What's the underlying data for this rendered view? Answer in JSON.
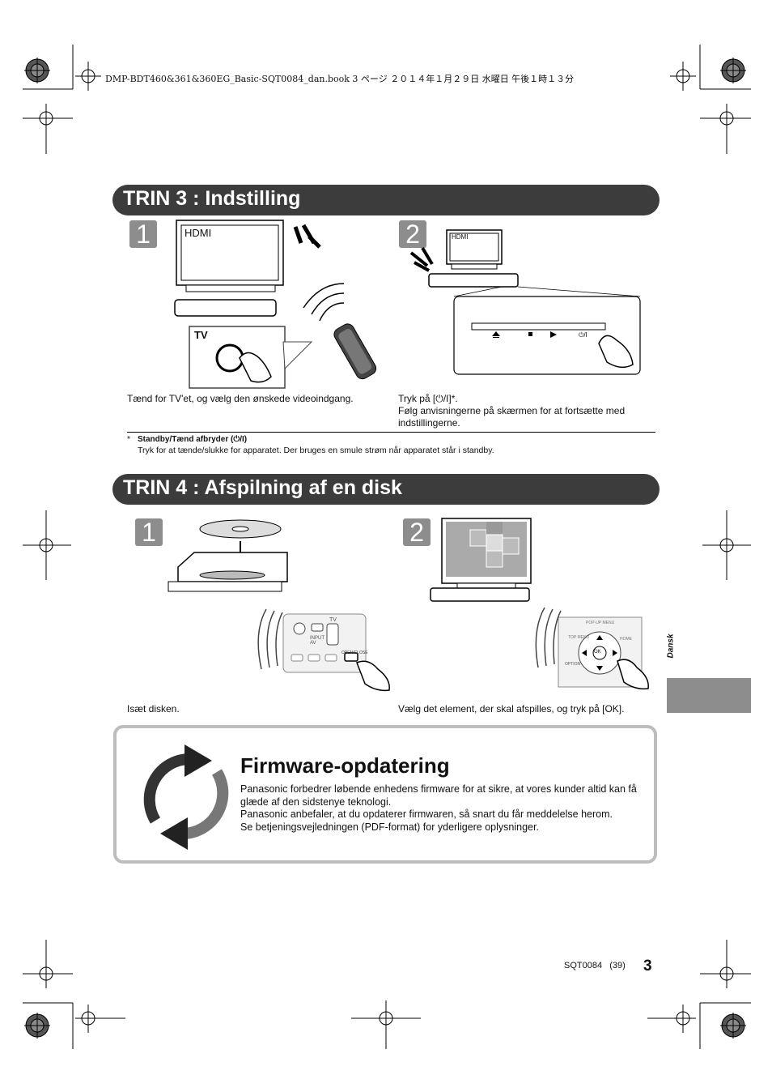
{
  "print_header": "DMP-BDT460&361&360EG_Basic-SQT0084_dan.book  3 ページ  ２０１４年１月２９日  水曜日  午後１時１３分",
  "section3": {
    "title": "TRIN 3 : Indstilling",
    "step1": {
      "number": "1",
      "tv_screen_label": "HDMI",
      "remote_button_label": "TV",
      "caption": "Tænd for TV'et, og vælg den ønskede videoindgang."
    },
    "step2": {
      "number": "2",
      "tv_screen_label": "HDMI",
      "power_button_label": "⏻/I",
      "caption_line1": "Tryk på [⏻/I]*.",
      "caption_line2": "Følg anvisningerne på skærmen for at fortsætte med indstillingerne."
    },
    "footnote_marker": "*",
    "footnote_title": "Standby/Tænd afbryder (⏻/I)",
    "footnote_text": "Tryk for at tænde/slukke for apparatet. Der bruges en smule strøm når apparatet står i standby."
  },
  "section4": {
    "title": "TRIN 4 : Afspilning af en disk",
    "step1": {
      "number": "1",
      "remote_tv_label": "TV",
      "remote_input_label": "INPUT AV",
      "remote_open_label": "OPEN/CLOSE",
      "caption": "Isæt disken."
    },
    "step2": {
      "number": "2",
      "remote_ok_label": "OK",
      "remote_option_label": "OPTION",
      "remote_popup_label": "POP-UP MENU",
      "remote_top_label": "TOP MENU",
      "remote_home_label": "HOME",
      "caption": "Vælg det element, der skal afspilles, og tryk på [OK]."
    }
  },
  "firmware": {
    "title": "Firmware-opdatering",
    "line1": "Panasonic forbedrer løbende enhedens firmware for at sikre, at vores kunder altid kan få glæde af den sidstenye teknologi.",
    "line2": "Panasonic anbefaler, at du opdaterer firmwaren, så snart du får meddelelse herom.",
    "line3": "Se betjeningsvejledningen (PDF-format) for yderligere oplysninger."
  },
  "side_label": "Dansk",
  "footer": {
    "code": "SQT0084",
    "sub": "(39)",
    "page": "3"
  },
  "colors": {
    "section_bar": "#3c3c3c",
    "step_badge": "#8d8d8d",
    "box_border": "#bdbdbd"
  }
}
